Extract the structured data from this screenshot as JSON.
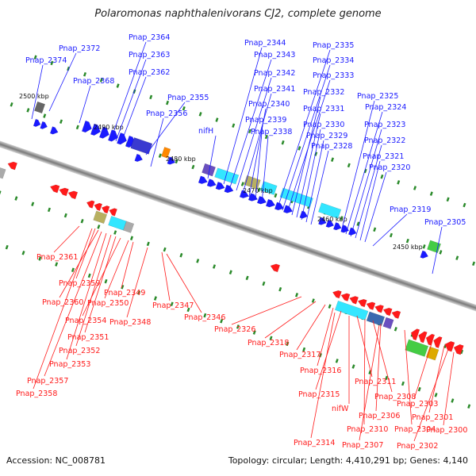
{
  "title": "Polaromonas naphthalenivorans CJ2, complete genome",
  "footer": {
    "accession": "Accession: NC_008781",
    "summary": "Topology: circular; Length: 4,410,291 bp; Genes: 4,140"
  },
  "scale_labels": [
    "2500 kbp",
    "2490 kbp",
    "2480 kbp",
    "2470 kbp",
    "2460 kbp",
    "2450 kbp"
  ],
  "forward_genes": [
    "Pnap_2374",
    "Pnap_2372",
    "Pnap_2368",
    "Pnap_2364",
    "Pnap_2363",
    "Pnap_2362",
    "Pnap_2355",
    "Pnap_2356",
    "nifH",
    "Pnap_2344",
    "Pnap_2343",
    "Pnap_2342",
    "Pnap_2341",
    "Pnap_2340",
    "Pnap_2339",
    "Pnap_2338",
    "Pnap_2335",
    "Pnap_2334",
    "Pnap_2333",
    "Pnap_2332",
    "Pnap_2331",
    "Pnap_2330",
    "Pnap_2329",
    "Pnap_2328",
    "Pnap_2325",
    "Pnap_2324",
    "Pnap_2323",
    "Pnap_2322",
    "Pnap_2321",
    "Pnap_2320",
    "Pnap_2319",
    "Pnap_2305"
  ],
  "reverse_genes": [
    "Pnap_2361",
    "Pnap_2359",
    "Pnap_2360",
    "Pnap_2349",
    "Pnap_2350",
    "Pnap_2354",
    "Pnap_2348",
    "Pnap_2347",
    "Pnap_2346",
    "Pnap_2351",
    "Pnap_2352",
    "Pnap_2353",
    "Pnap_2357",
    "Pnap_2358",
    "Pnap_2326",
    "Pnap_2318",
    "Pnap_2317",
    "Pnap_2316",
    "Pnap_2315",
    "Pnap_2311",
    "Pnap_2308",
    "nifW",
    "Pnap_2306",
    "Pnap_2310",
    "Pnap_2304",
    "Pnap_2303",
    "Pnap_2301",
    "Pnap_2314",
    "Pnap_2307",
    "Pnap_2302",
    "Pnap_2300"
  ],
  "colors": {
    "forward_strand": "#1a1aff",
    "reverse_strand": "#ff1a1a",
    "backbone": "#888888",
    "tick": "#2a8a2a",
    "highlight_cyan": "#33e6ff",
    "highlight_green": "#44cc44",
    "highlight_orange": "#ff8800",
    "highlight_olive": "#b8b060",
    "highlight_purple": "#6a4fc0"
  }
}
